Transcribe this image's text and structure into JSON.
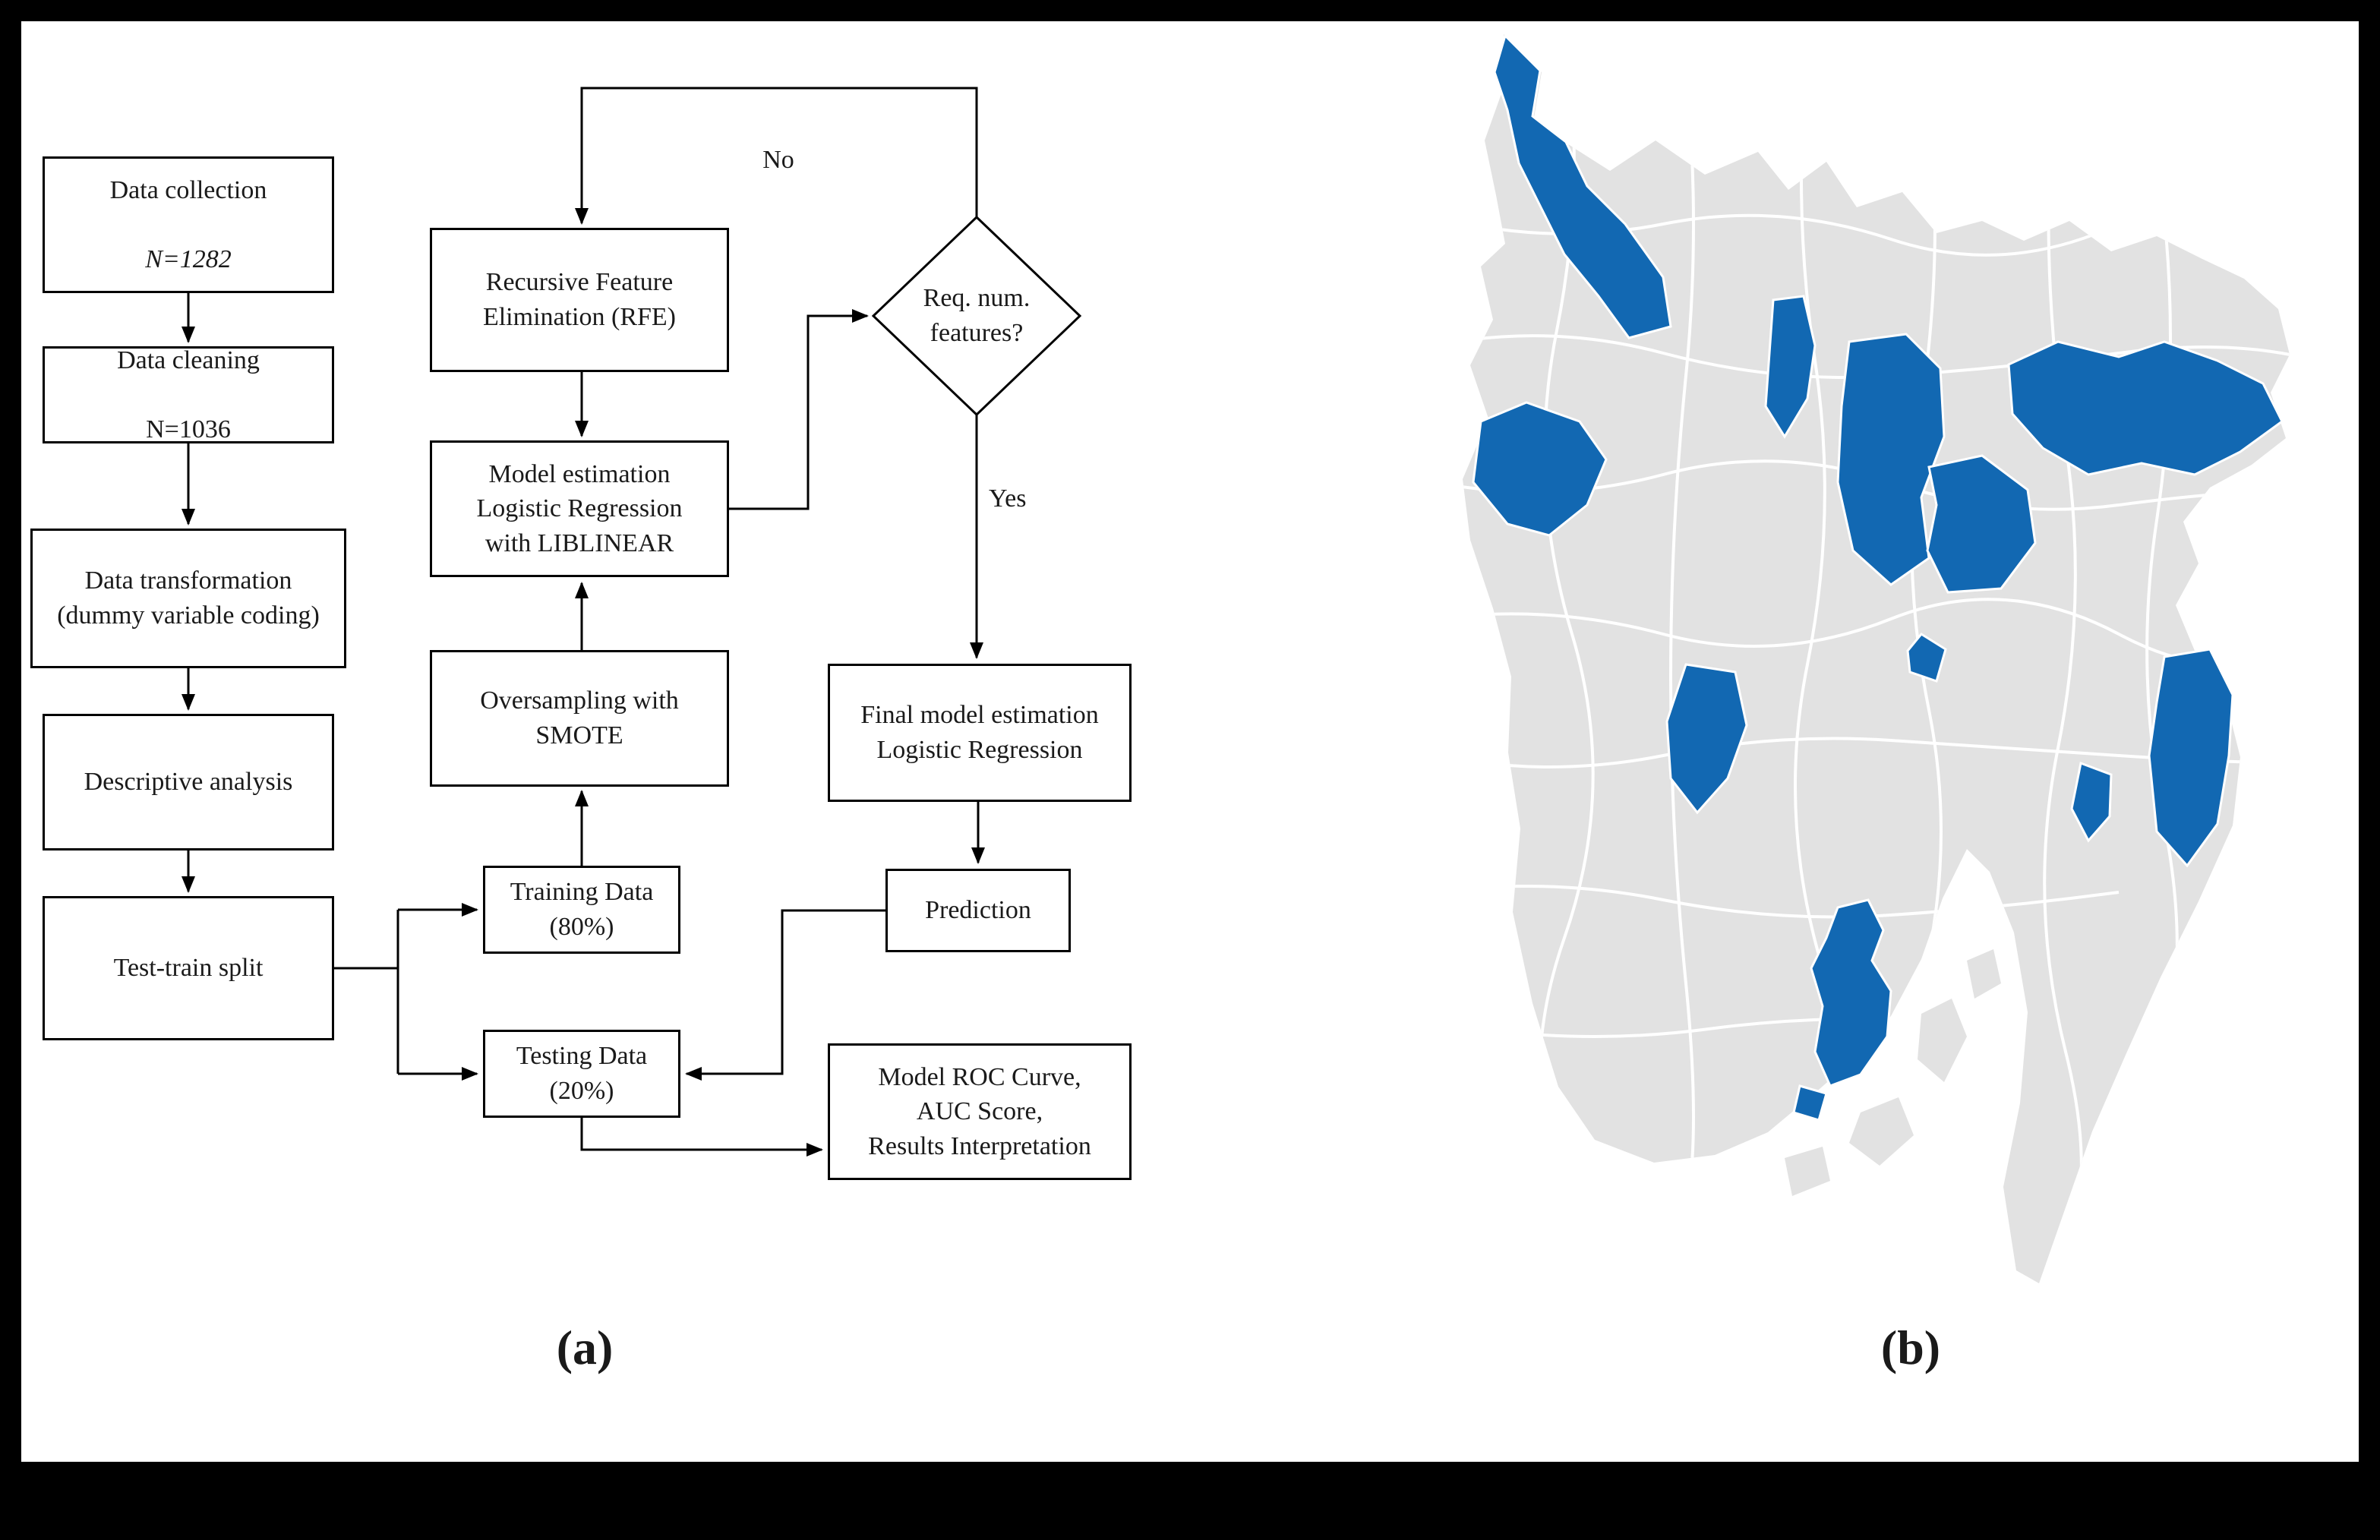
{
  "figure": {
    "panel_a_label": "(a)",
    "panel_b_label": "(b)"
  },
  "flowchart": {
    "boxes": {
      "data_collection": {
        "title": "Data collection",
        "subtitle": "N=1282"
      },
      "data_cleaning": {
        "title": "Data cleaning",
        "subtitle": "N=1036"
      },
      "data_transformation": {
        "title": "Data transformation\n(dummy variable coding)"
      },
      "descriptive_analysis": {
        "title": "Descriptive analysis"
      },
      "test_train_split": {
        "title": "Test-train split"
      },
      "rfe": {
        "title": "Recursive Feature\nElimination (RFE)"
      },
      "model_estimation": {
        "title": "Model estimation\nLogistic Regression\nwith LIBLINEAR"
      },
      "smote": {
        "title": "Oversampling with\nSMOTE"
      },
      "training_data": {
        "title": "Training Data\n(80%)"
      },
      "testing_data": {
        "title": "Testing Data\n(20%)"
      },
      "decision": {
        "title": "Req. num.\nfeatures?"
      },
      "final_model": {
        "title": "Final model estimation\nLogistic Regression"
      },
      "prediction": {
        "title": "Prediction"
      },
      "results": {
        "title": "Model ROC Curve,\nAUC Score,\nResults Interpretation"
      }
    },
    "edge_labels": {
      "no": "No",
      "yes": "Yes"
    }
  },
  "map": {
    "base_color": "#e2e2e2",
    "boundary_color": "#ffffff",
    "highlight_color": "#1268b2"
  }
}
